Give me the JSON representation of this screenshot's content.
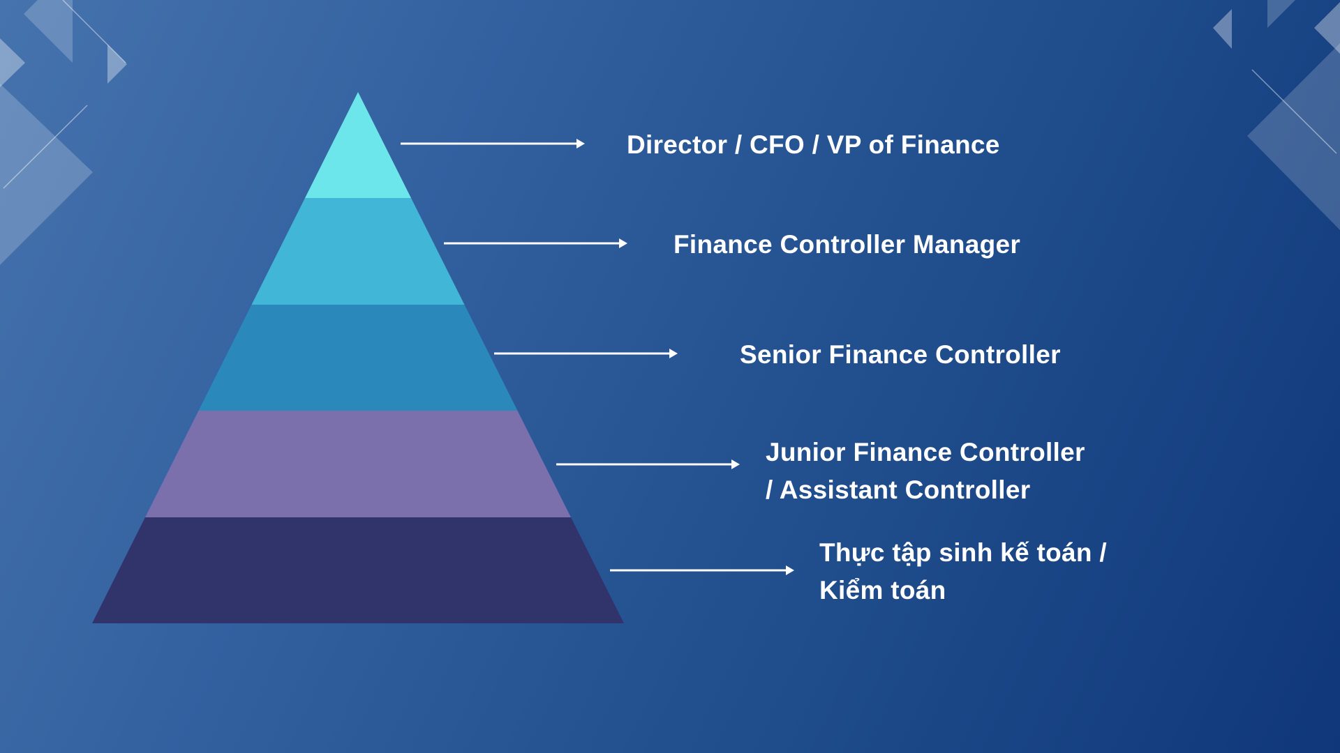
{
  "colors": {
    "level1": "#6ce6ea",
    "level2": "#42b6d6",
    "level3": "#2b88bb",
    "level4": "#7b70ac",
    "level5": "#31336b"
  },
  "levels": [
    {
      "label": "Director / CFO / VP of Finance"
    },
    {
      "label": "Finance Controller Manager"
    },
    {
      "label": "Senior Finance Controller"
    },
    {
      "line1": "Junior Finance Controller",
      "line2": "/ Assistant Controller"
    },
    {
      "line1": "Thực tập sinh kế toán /",
      "line2": "Kiểm toán"
    }
  ]
}
